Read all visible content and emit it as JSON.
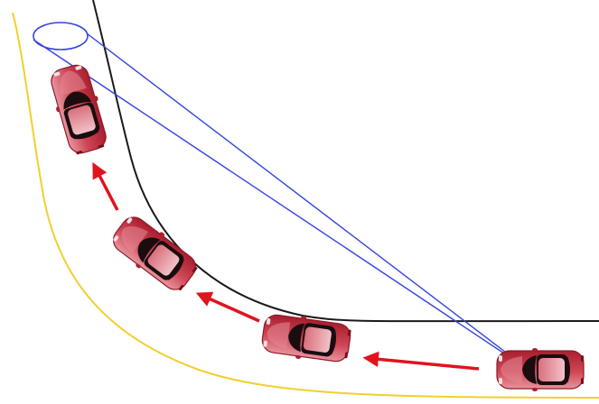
{
  "diagram": {
    "colors": {
      "background": "#ffffff",
      "road_edge_outer": "#f2cf2e",
      "road_edge_inner": "#1a1a1a",
      "sight_lines": "#3344dd",
      "motion_arrows": "#e0141e",
      "car_body": "#c42a3a",
      "car_body_light": "#e9a7ae",
      "car_windows": "#1a0d10"
    },
    "cars": [
      {
        "name": "car-position-1",
        "heading": "left"
      },
      {
        "name": "car-position-2",
        "heading": "up-left"
      },
      {
        "name": "car-position-3",
        "heading": "up-left"
      },
      {
        "name": "car-position-4",
        "heading": "up"
      }
    ],
    "arrows": [
      {
        "name": "arrow-1",
        "from": "car-position-1",
        "to": "car-position-2"
      },
      {
        "name": "arrow-2",
        "from": "car-position-2",
        "to": "car-position-3"
      },
      {
        "name": "arrow-3",
        "from": "car-position-3",
        "to": "car-position-4"
      }
    ],
    "target_marker": {
      "shape": "ellipse"
    }
  }
}
